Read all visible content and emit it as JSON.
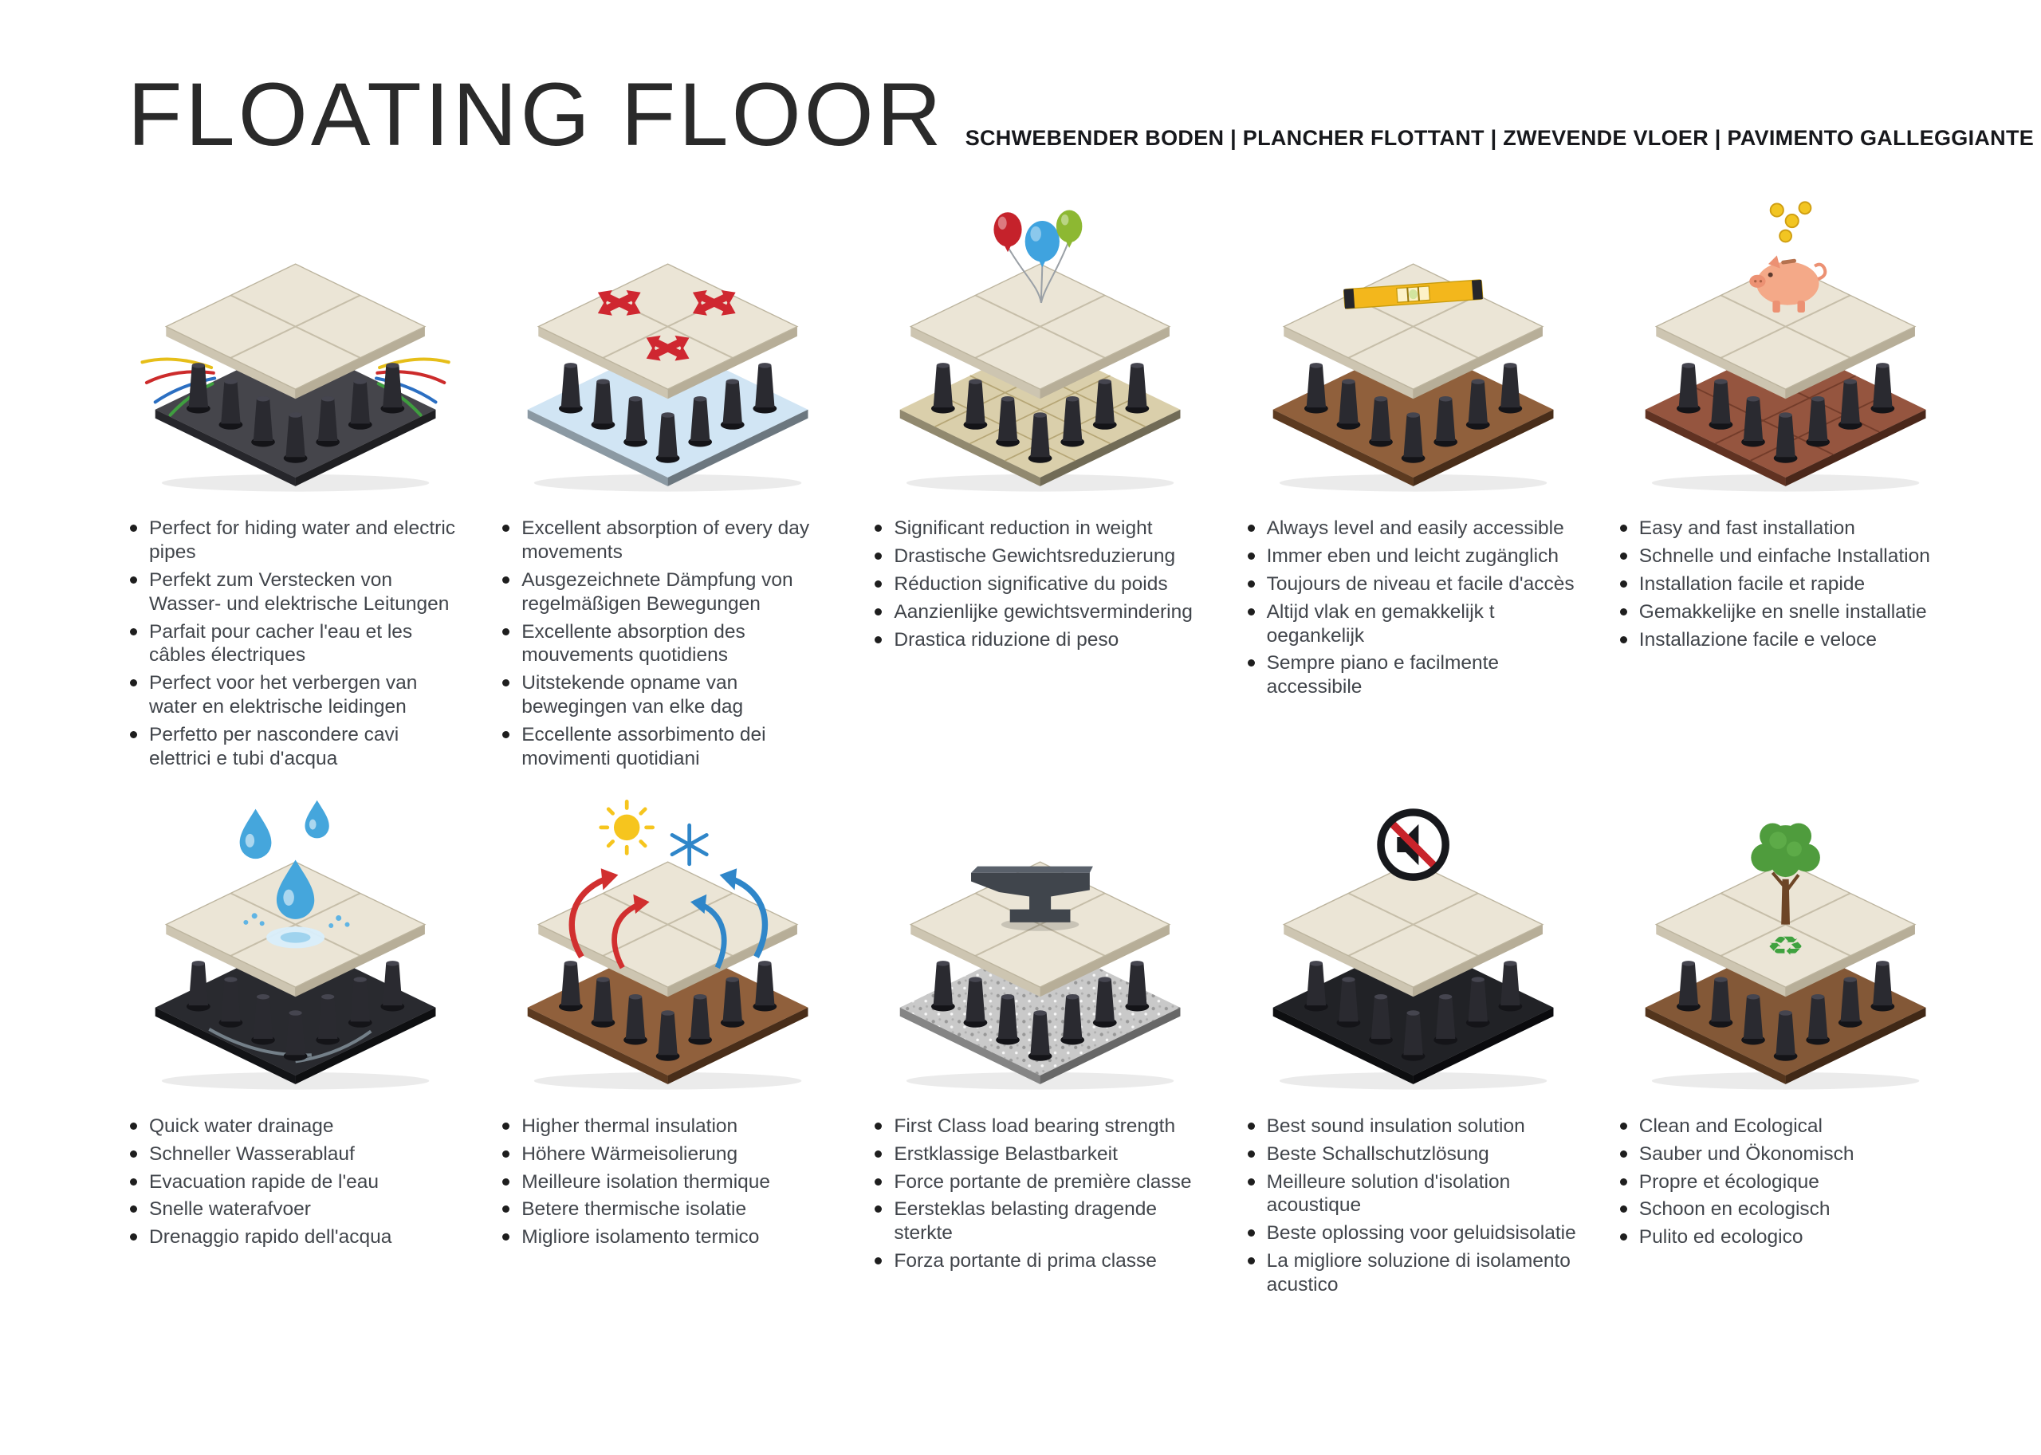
{
  "header": {
    "title": "FLOATING FLOOR",
    "subtitle": "SCHWEBENDER BODEN | PLANCHER FLOTTANT | ZWEVENDE VLOER | PAVIMENTO GALLEGGIANTE"
  },
  "colors": {
    "text": "#41454b",
    "bullet": "#1e1e1e",
    "tile_top": "#ebe5d6",
    "pedestal": "#2a2a30"
  },
  "features_row1": [
    {
      "id": "hide-pipes",
      "icon": "cables-icon",
      "base_color": "#3a3a40",
      "items": [
        "Perfect for hiding water and electric pipes",
        "Perfekt zum Verstecken von Wasser- und elektrische Leitungen",
        "Parfait pour cacher l'eau et les câbles électriques",
        "Perfect voor het verbergen van water en elektrische leidingen",
        "Perfetto per nascondere cavi elettrici e tubi d'acqua"
      ]
    },
    {
      "id": "movement-absorption",
      "icon": "movement-arrows-icon",
      "base_color": "#cfe4f4",
      "items": [
        "Excellent absorption of every day movements",
        "Ausgezeichnete Dämpfung von regelmäßigen Bewegungen",
        "Excellente absorption des mouvements quotidiens",
        "Uitstekende opname van bewegingen van elke dag",
        "Eccellente assorbimento dei movimenti quotidiani"
      ]
    },
    {
      "id": "weight-reduction",
      "icon": "balloons-icon",
      "base_color": "#d8cda6",
      "items": [
        "Significant reduction in weight",
        "Drastische Gewichtsreduzierung",
        "Réduction significative du poids",
        "Aanzienlijke gewichtsvermindering",
        "Drastica riduzione di peso"
      ]
    },
    {
      "id": "level-accessible",
      "icon": "spirit-level-icon",
      "base_color": "#8a5730",
      "items": [
        "Always level and easily accessible",
        "Immer eben und leicht zugänglich",
        "Toujours de niveau et facile d'accès",
        "Altijd vlak en gemakkelijk t oegankelijk",
        "Sempre piano e facilmente accessibile"
      ]
    },
    {
      "id": "easy-installation",
      "icon": "piggy-bank-icon",
      "base_color": "#8f4b33",
      "items": [
        "Easy and fast installation",
        "Schnelle und einfache Installation",
        "Installation facile et rapide",
        "Gemakkelijke en snelle installatie",
        "Installazione facile e veloce"
      ]
    }
  ],
  "features_row2": [
    {
      "id": "water-drainage",
      "icon": "water-drops-icon",
      "base_color": "#1c1d22",
      "items": [
        "Quick water drainage",
        "Schneller Wasserablauf",
        "Evacuation rapide de l'eau",
        "Snelle waterafvoer",
        "Drenaggio rapido dell'acqua"
      ]
    },
    {
      "id": "thermal-insulation",
      "icon": "sun-snowflake-icon",
      "base_color": "#8a5730",
      "items": [
        "Higher thermal insulation",
        "Höhere Wärmeisolierung",
        "Meilleure isolation thermique",
        "Betere thermische isolatie",
        "Migliore isolamento termico"
      ]
    },
    {
      "id": "load-bearing",
      "icon": "anvil-icon",
      "base_color": "#c6c6c6",
      "items": [
        "First Class load bearing strength",
        "Erstklassige Belastbarkeit",
        "Force portante de première classe",
        "Eersteklas belasting dragende sterkte",
        "Forza portante di prima classe"
      ]
    },
    {
      "id": "sound-insulation",
      "icon": "no-sound-icon",
      "base_color": "#141519",
      "items": [
        "Best sound insulation solution",
        "Beste Schallschutzlösung",
        "Meilleure solution d'isolation acoustique",
        "Beste oplossing voor geluidsisolatie",
        "La migliore soluzione di isolamento acustico"
      ]
    },
    {
      "id": "clean-ecological",
      "icon": "tree-recycle-icon",
      "base_color": "#7c4e2b",
      "items": [
        "Clean and Ecological",
        "Sauber und Ökonomisch",
        "Propre et écologique",
        "Schoon en ecologisch",
        "Pulito ed ecologico"
      ]
    }
  ]
}
